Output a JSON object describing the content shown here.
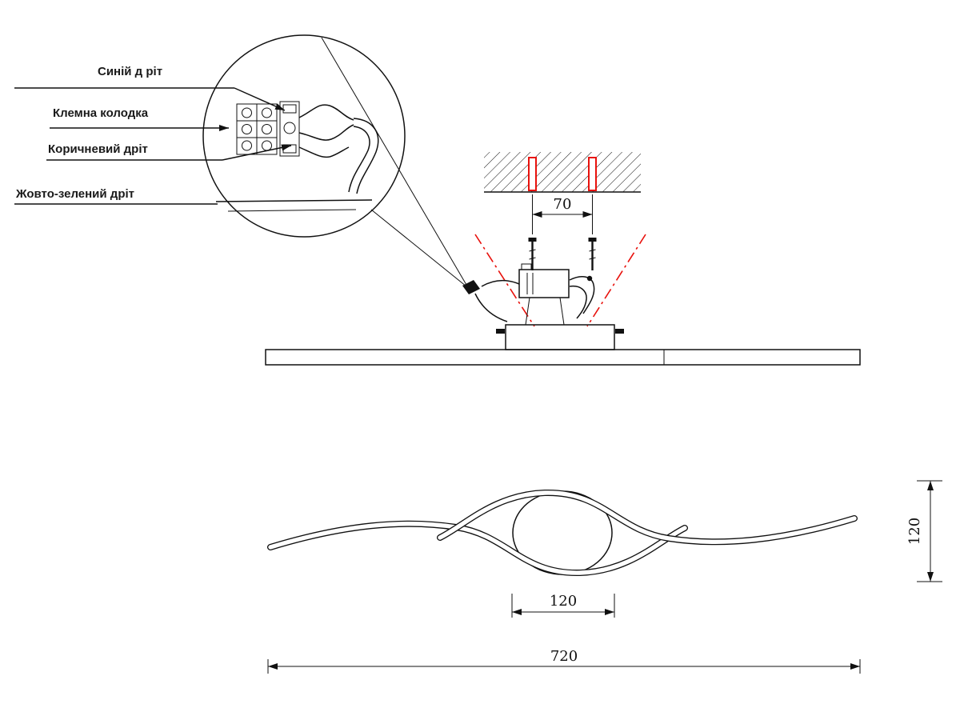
{
  "callouts": {
    "blue_wire": {
      "label": "Синій д ріт"
    },
    "terminal_block": {
      "label": "Клемна колодка"
    },
    "brown_wire": {
      "label": "Коричневий дріт"
    },
    "yellow_green_wire": {
      "label": "Жовто-зелений дріт"
    }
  },
  "dimensions": {
    "hole_spacing": "70",
    "fixture_height": "120",
    "canopy_width": "120",
    "fixture_length": "720"
  },
  "colors": {
    "line": "#111111",
    "accent_red": "#e8110c"
  }
}
